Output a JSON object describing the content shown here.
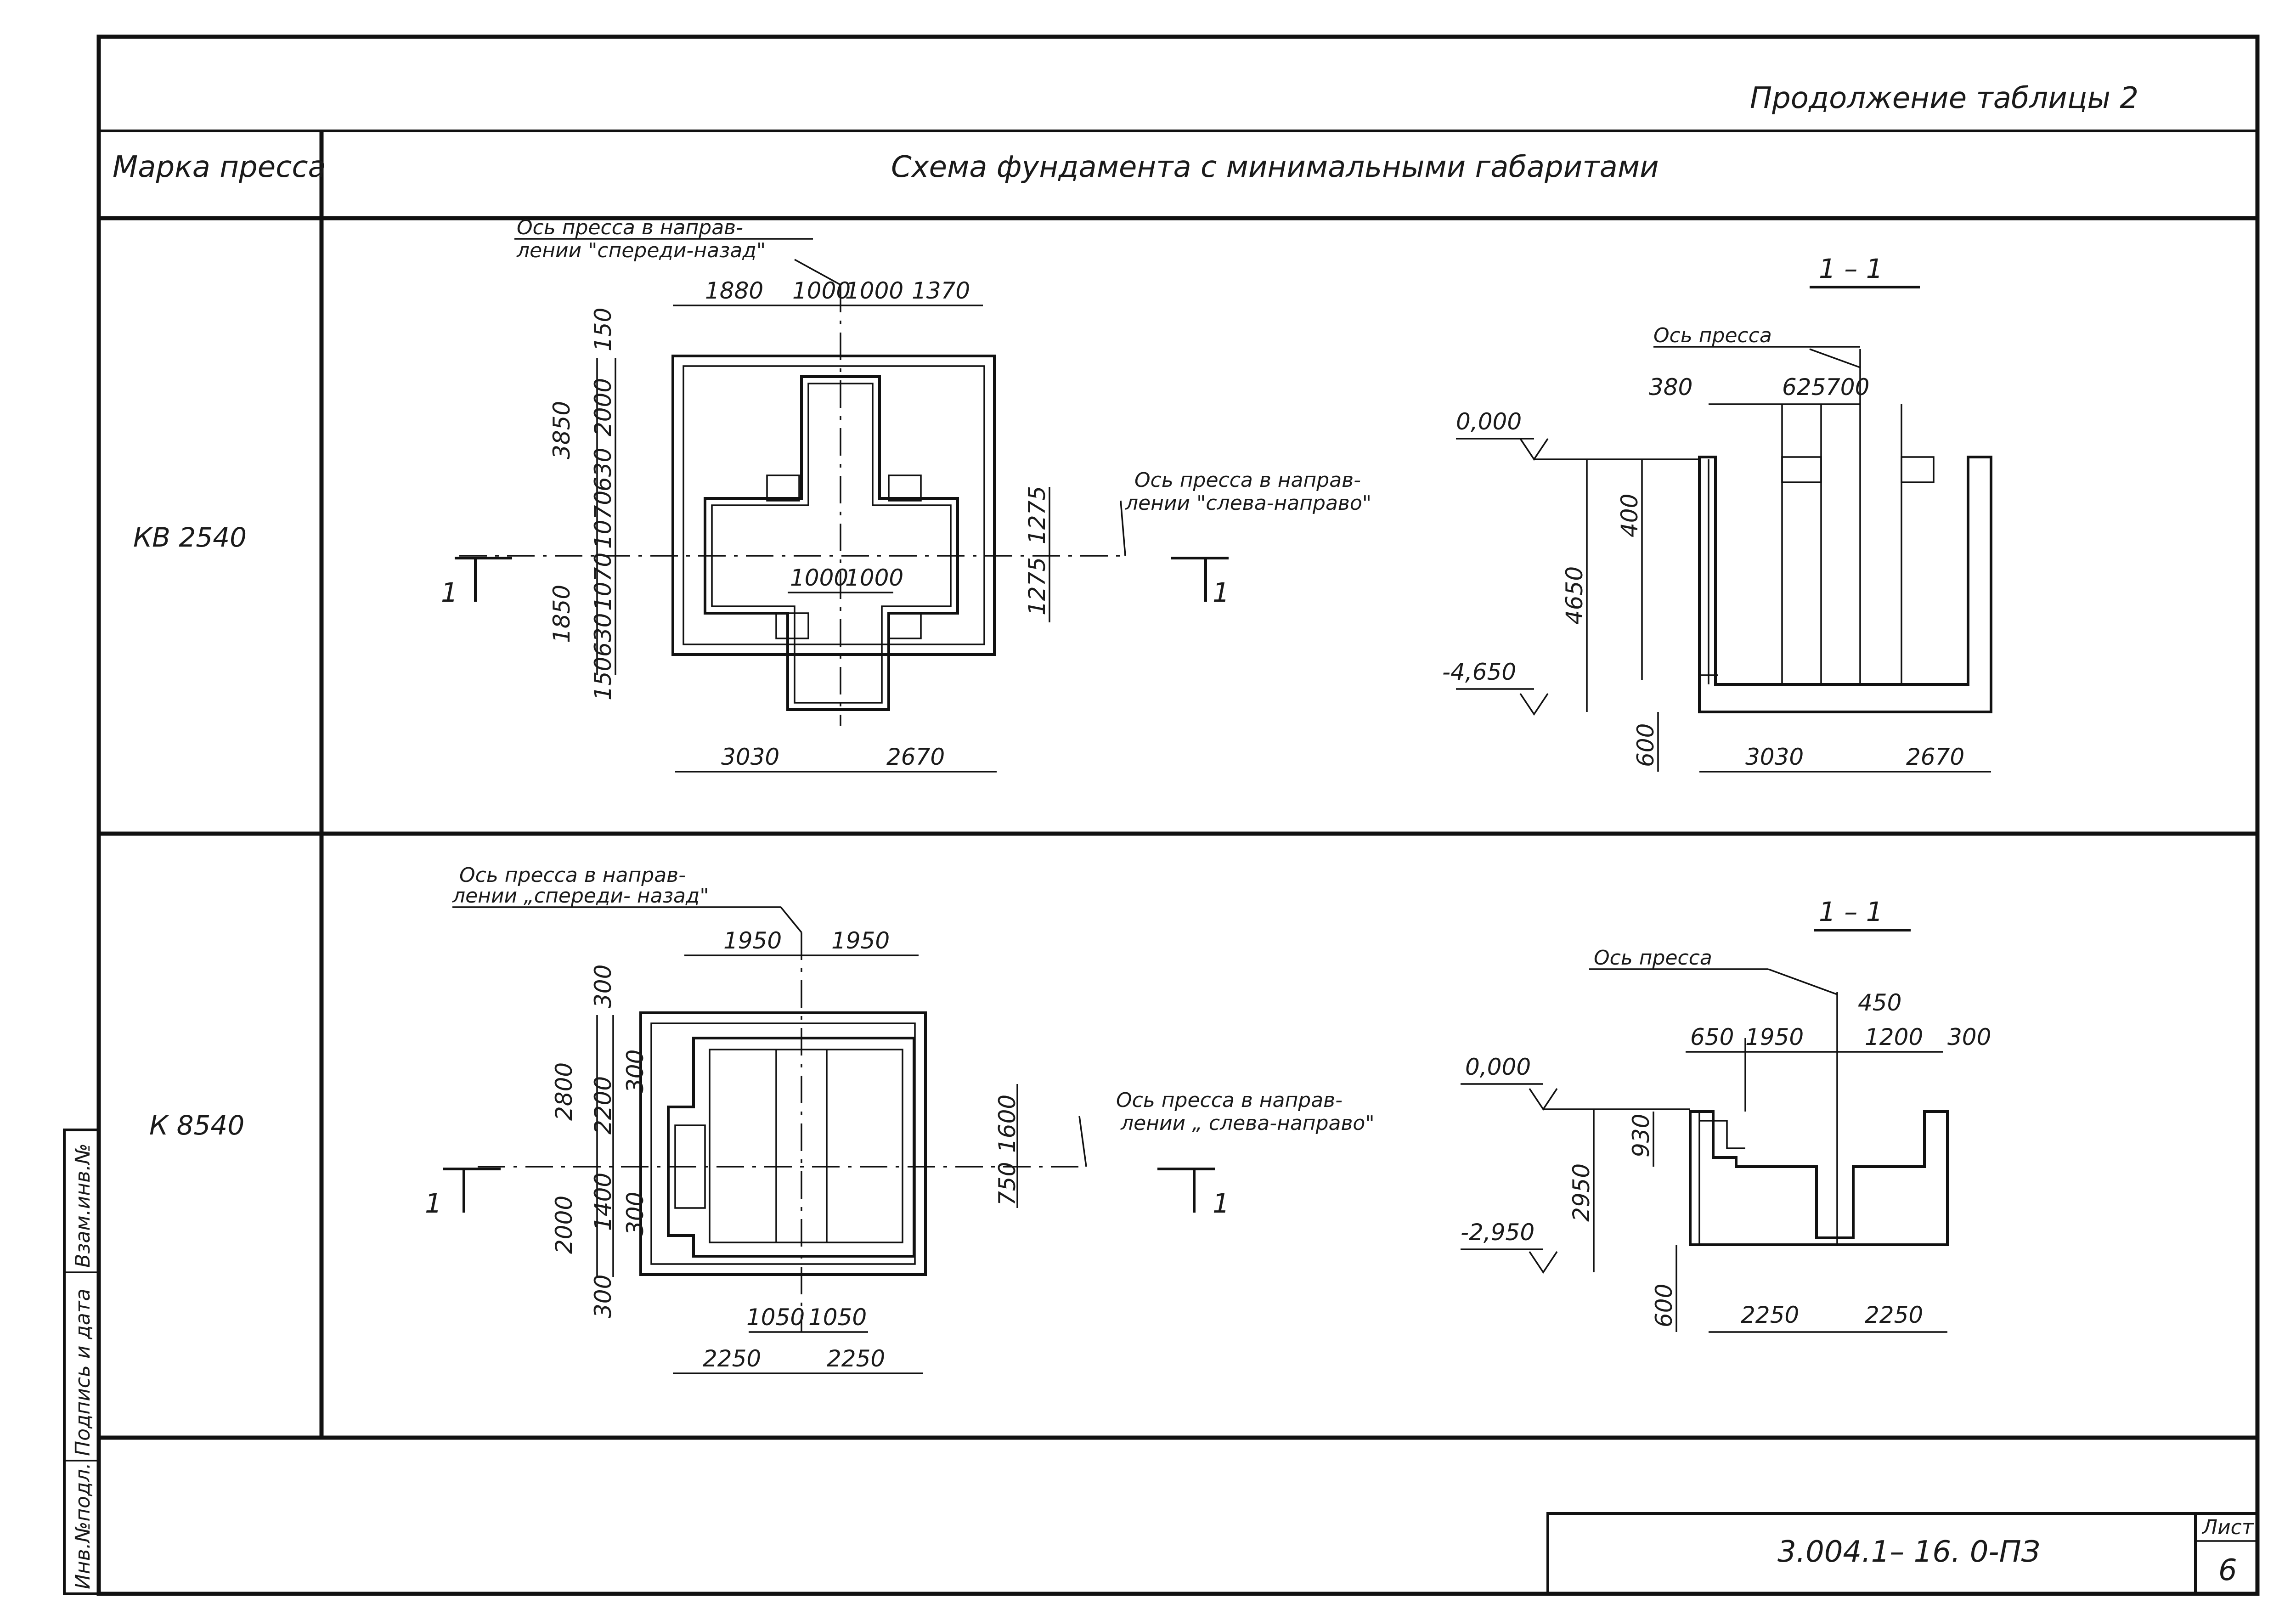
{
  "header": {
    "continuation": "Продолжение таблицы 2",
    "col_brand": "Марка пресса",
    "col_scheme": "Схема фундамента с минимальными габаритами"
  },
  "rows": [
    {
      "brand": "КВ 2540",
      "plan": {
        "axis_fb_1": "Ось пресса в направ-",
        "axis_fb_2": "лении \"спереди-назад\"",
        "axis_lr_1": "Ось пресса в направ-",
        "axis_lr_2": "лении \"слева-направо\"",
        "top_dims": [
          "1880",
          "1000",
          "1000",
          "1370"
        ],
        "left_dims": [
          "150",
          "2000",
          "630",
          "1070",
          "1070",
          "630",
          "150"
        ],
        "left_totals": [
          "3850",
          "1850"
        ],
        "right_dims": [
          "1275",
          "1275"
        ],
        "inner_dims": [
          "1000",
          "1000"
        ],
        "bottom_dims": [
          "3030",
          "2670"
        ],
        "cut_label": "1"
      },
      "section": {
        "title": "1 – 1",
        "axis": "Ось пресса",
        "level_top": "0,000",
        "level_bottom": "-4,650",
        "top_dims": [
          "380",
          "625",
          "700"
        ],
        "height": "4650",
        "inner": "400",
        "base": "600",
        "bottom_dims": [
          "3030",
          "2670"
        ]
      }
    },
    {
      "brand": "К 8540",
      "plan": {
        "axis_fb_1": "Ось пресса в направ-",
        "axis_fb_2": "лении „спереди- назад\"",
        "axis_lr_1": "Ось пресса в направ-",
        "axis_lr_2": "лении „ слева-направо\"",
        "top_dims": [
          "1950",
          "1950"
        ],
        "left_dims": [
          "300",
          "2200",
          "1400",
          "300"
        ],
        "left_totals": [
          "2800",
          "2000"
        ],
        "inner_left": [
          "300",
          "300"
        ],
        "right_dims": [
          "1600",
          "750"
        ],
        "inner_dims": [
          "1050",
          "1050"
        ],
        "bottom_dims": [
          "2250",
          "2250"
        ],
        "cut_label": "1"
      },
      "section": {
        "title": "1 – 1",
        "axis": "Ось пресса",
        "level_top": "0,000",
        "level_bottom": "-2,950",
        "top_dims": [
          "650",
          "1950",
          "450",
          "1200",
          "300"
        ],
        "height": "2950",
        "inner": "930",
        "base": "600",
        "bottom_dims": [
          "2250",
          "2250"
        ]
      }
    }
  ],
  "side_stamp": [
    "Взам.инв.№",
    "Подпись и дата",
    "Инв.№подл."
  ],
  "title_block": {
    "code": "3.004.1– 16. 0-ПЗ",
    "sheet_label": "Лист",
    "sheet_no": "6"
  }
}
